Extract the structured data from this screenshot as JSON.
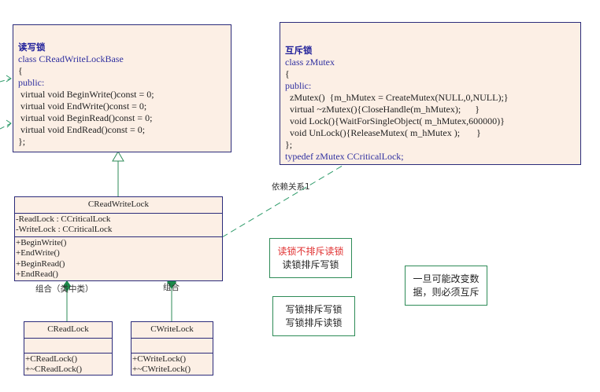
{
  "rwbase": {
    "title": "读写锁",
    "lines": [
      "class CReadWriteLockBase",
      "{",
      "public:",
      " virtual void BeginWrite()const = 0;",
      " virtual void EndWrite()const = 0;",
      " virtual void BeginRead()const = 0;",
      " virtual void EndRead()const = 0;",
      "};"
    ]
  },
  "mutex": {
    "title": "互斥锁",
    "lines": [
      "class zMutex",
      "{",
      "public:",
      "  zMutex()  {m_hMutex = CreateMutex(NULL,0,NULL);}",
      "  virtual ~zMutex(){CloseHandle(m_hMutex);      }",
      "  void Lock(){WaitForSingleObject( m_hMutex,600000)}",
      "  void UnLock(){ReleaseMutex( m_hMutex );       }",
      "};",
      "typedef zMutex CCriticalLock;"
    ]
  },
  "rwlock": {
    "name": "CReadWriteLock",
    "attributes": [
      "-ReadLock : CCriticalLock",
      "-WriteLock : CCriticalLock"
    ],
    "methods": [
      "+BeginWrite()",
      "+EndWrite()",
      "+BeginRead()",
      "+EndRead()"
    ]
  },
  "readlock": {
    "name": "CReadLock",
    "methods": [
      "+CReadLock()",
      "+~CReadLock()"
    ]
  },
  "writelock": {
    "name": "CWriteLock",
    "methods": [
      "+CWriteLock()",
      "+~CWriteLock()"
    ]
  },
  "relations": {
    "dependency": "依赖关系1",
    "composition_left": "组合（类中类）",
    "composition_right": "组合"
  },
  "notes": {
    "read": {
      "line1": "读锁不排斥读锁",
      "line2": "读锁排斥写锁",
      "highlight_color": "#e03030"
    },
    "write": {
      "line1": "写锁排斥写锁",
      "line2": "写锁排斥读锁"
    },
    "rule": {
      "line1": "一旦可能改变数",
      "line2": "据，则必须互斥"
    }
  },
  "colors": {
    "fill": "#fcefe5",
    "border": "#2b2b7a",
    "connector": "#2e8b57",
    "keyword": "#3030a0"
  }
}
